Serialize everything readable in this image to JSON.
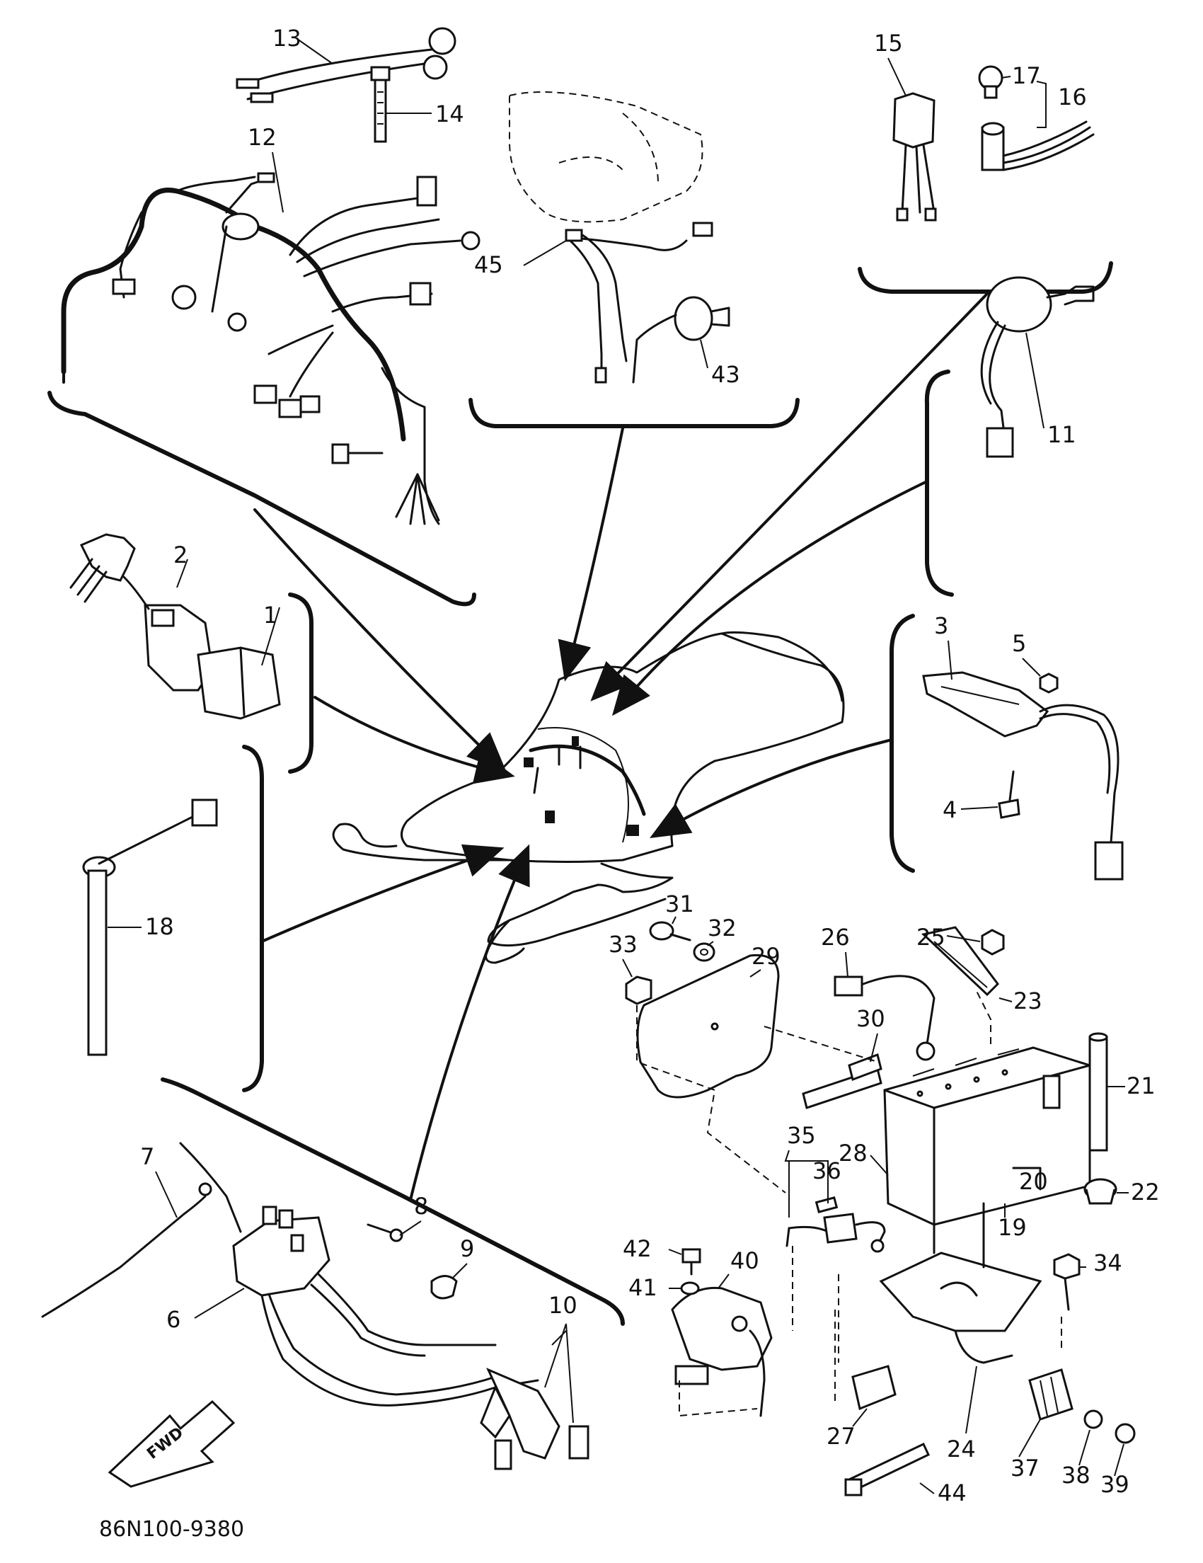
{
  "diagram": {
    "callouts": [
      "1",
      "2",
      "3",
      "4",
      "5",
      "6",
      "7",
      "8",
      "9",
      "10",
      "11",
      "12",
      "13",
      "14",
      "15",
      "16",
      "17",
      "18",
      "19",
      "20",
      "21",
      "22",
      "23",
      "24",
      "25",
      "26",
      "27",
      "28",
      "29",
      "30",
      "31",
      "32",
      "33",
      "34",
      "35",
      "36",
      "37",
      "38",
      "39",
      "40",
      "41",
      "42",
      "43",
      "44",
      "45"
    ],
    "fwd_label": "FWD",
    "drawing_code": "86N100-9380"
  }
}
